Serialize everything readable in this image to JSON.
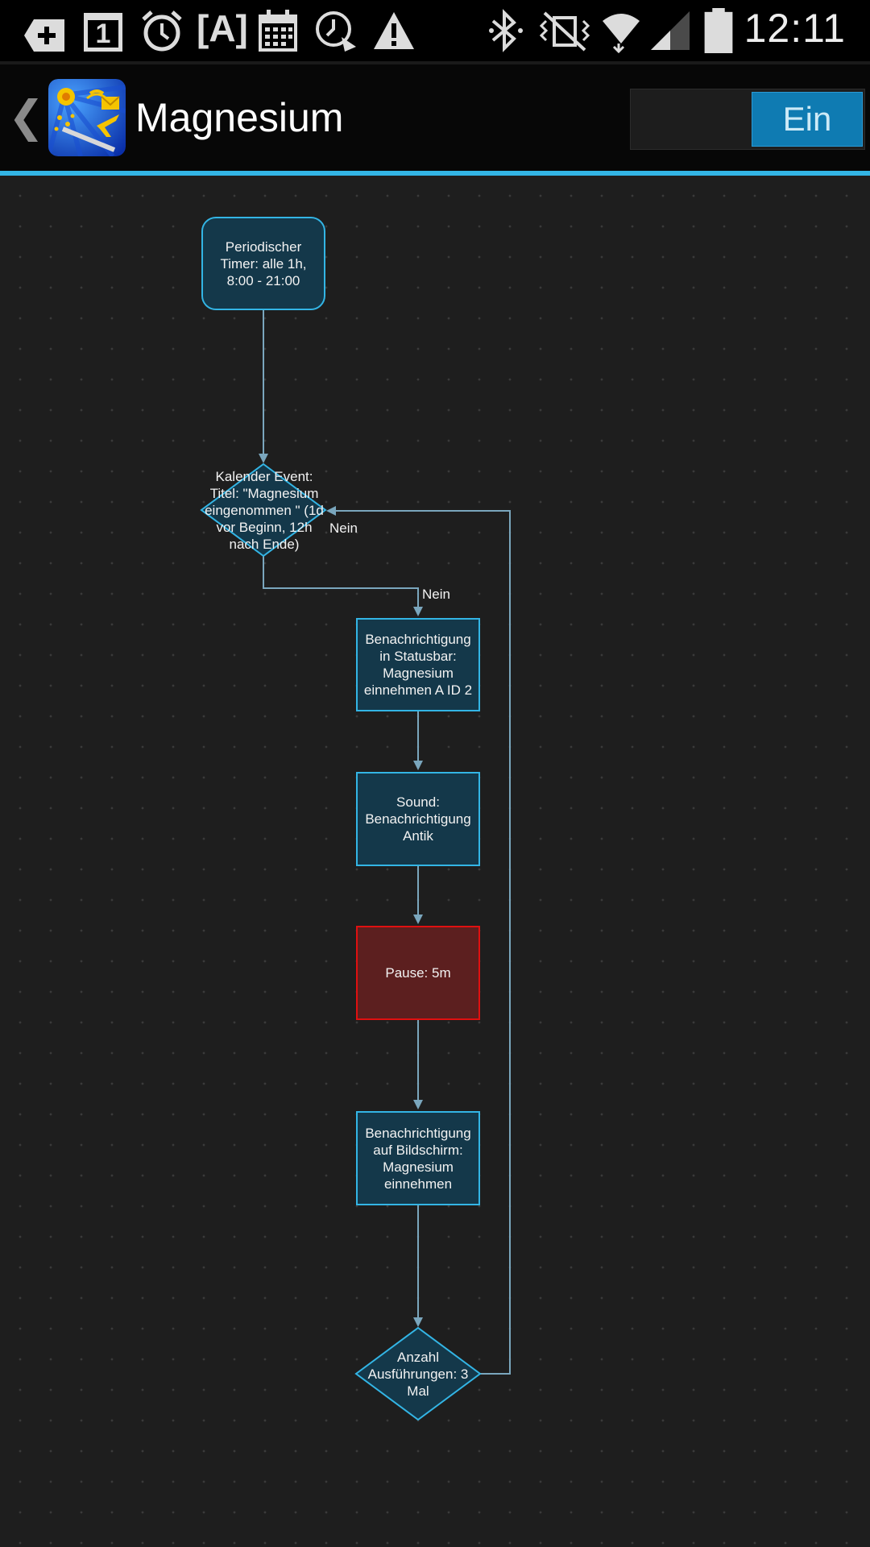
{
  "statusbar": {
    "time": "12:11",
    "icons": [
      "add-box-icon",
      "calendar-date-icon",
      "alarm-icon",
      "keyboard-a-icon",
      "calendar-icon",
      "clock-arrow-icon",
      "warning-icon",
      "bluetooth-icon",
      "vibrate-icon",
      "wifi-icon",
      "signal-icon",
      "battery-icon"
    ],
    "calendar_day": "1",
    "keyboard_letter": "[A]"
  },
  "actionbar": {
    "title": "Magnesium",
    "toggle_label": "Ein",
    "accent_color": "#33b5e5"
  },
  "flow": {
    "nodes": {
      "trigger": "Periodischer Timer: alle 1h, 8:00 - 21:00",
      "condition_calendar": "Kalender Event: Titel: \"Magnesium eingenommen \" (1d vor Beginn, 12h nach Ende)",
      "notify_statusbar": "Benachrichtigung in Statusbar: Magnesium einnehmen A ID 2",
      "sound": "Sound: Benachrichtigung Antik",
      "pause": "Pause: 5m",
      "notify_screen": "Benachrichtigung auf Bildschirm: Magnesium einnehmen",
      "condition_count": "Anzahl Ausführungen: 3 Mal"
    },
    "edge_labels": {
      "loop_back": "Nein",
      "calendar_no": "Nein"
    },
    "colors": {
      "node_fill": "#14384a",
      "node_border": "#33b5e5",
      "pause_fill": "#5c1f1f",
      "pause_border": "#e01010",
      "edge": "#7aa6bd"
    }
  }
}
